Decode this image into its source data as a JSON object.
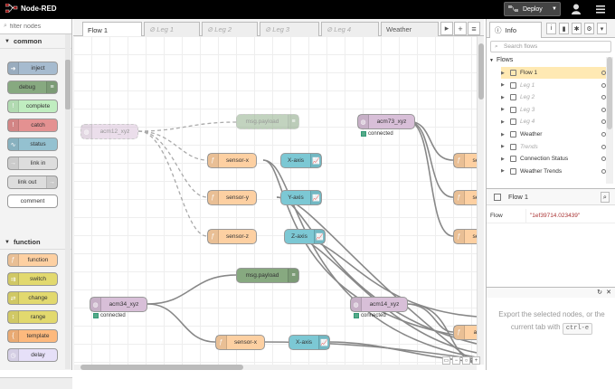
{
  "header": {
    "app_title": "Node-RED",
    "deploy_label": "Deploy"
  },
  "palette": {
    "filter_placeholder": "filter nodes",
    "categories": [
      {
        "name": "common",
        "nodes": [
          "inject",
          "debug",
          "complete",
          "catch",
          "status",
          "link in",
          "link out",
          "comment"
        ]
      },
      {
        "name": "function",
        "nodes": [
          "function",
          "switch",
          "change",
          "range",
          "template",
          "delay"
        ]
      }
    ]
  },
  "tabs": [
    "Flow 1",
    "Leg 1",
    "Leg 2",
    "Leg 3",
    "Leg 4",
    "Weather"
  ],
  "canvas": {
    "nodes": {
      "acm12": "acm12_xyz",
      "msgpayload1": "msg.payload",
      "acm73": "acm73_xyz",
      "sensorx1": "sensor-x",
      "sensory": "sensor-y",
      "sensorz": "sensor-z",
      "xaxis1": "X-axis",
      "yaxis": "Y-axis",
      "zaxis": "Z-axis",
      "msgpayload2": "msg.payload",
      "acm34": "acm34_xyz",
      "acm14": "acm14_xyz",
      "sensorx2": "sensor-x",
      "xaxis2": "X-axis",
      "right1": "ser",
      "right2": "ser",
      "right3": "ser",
      "right4": "ax"
    },
    "status_connected": "connected"
  },
  "sidebar": {
    "tab_label": "Info",
    "search_placeholder": "Search flows",
    "flows_label": "Flows",
    "flow_items": [
      {
        "name": "Flow 1",
        "disabled": false
      },
      {
        "name": "Leg 1",
        "disabled": true
      },
      {
        "name": "Leg 2",
        "disabled": true
      },
      {
        "name": "Leg 3",
        "disabled": true
      },
      {
        "name": "Leg 4",
        "disabled": true
      },
      {
        "name": "Weather",
        "disabled": false
      },
      {
        "name": "Trends",
        "disabled": true
      },
      {
        "name": "Connection Status",
        "disabled": false
      },
      {
        "name": "Weather Trends",
        "disabled": false
      }
    ],
    "props_title": "Flow 1",
    "props_key": "Flow",
    "props_value": "\"1ef39714.023439\"",
    "help_text": "Export the selected nodes, or the current tab with",
    "help_kbd": "ctrl-e"
  },
  "colors": {
    "inject": "#a6bbcf",
    "debug": "#87a980",
    "complete": "#c0edc0",
    "catch": "#e49191",
    "status": "#94c1d0",
    "link": "#dddddd",
    "comment": "#ffffff",
    "function": "#fdd0a2",
    "switch": "#e2d96e",
    "change": "#e2d96e",
    "range": "#e2d96e",
    "template": "#fdb97d",
    "delay": "#e6e0f8",
    "mqtt": "#d8bfd8",
    "chart": "#7cc8d4"
  }
}
